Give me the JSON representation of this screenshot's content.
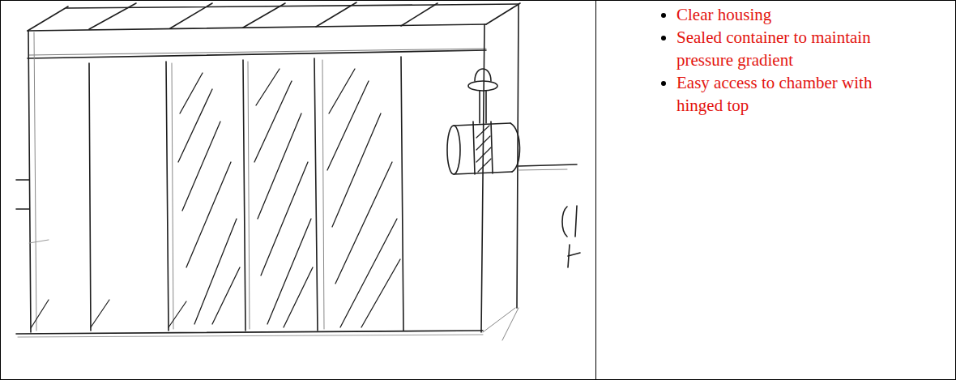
{
  "diagram": {
    "labels": [
      "Clear housing",
      "Sealed container to maintain pressure gradient",
      "Easy access to chamber with hinged top"
    ]
  }
}
